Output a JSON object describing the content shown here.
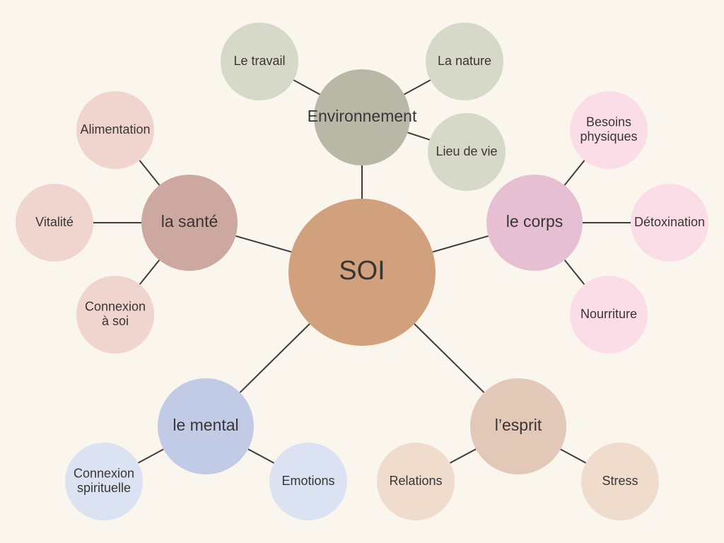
{
  "center": {
    "label": "SOI",
    "color": "#d1a07c"
  },
  "branches": [
    {
      "key": "environnement",
      "label": "Environnement",
      "color": "#b7b9a6",
      "child_color": "#d7d9c8",
      "children": [
        {
          "lines": [
            "Le travail"
          ]
        },
        {
          "lines": [
            "La nature"
          ]
        },
        {
          "lines": [
            "Lieu de vie"
          ]
        }
      ]
    },
    {
      "key": "sante",
      "label": "la santé",
      "color": "#cda8a0",
      "child_color": "#efd5cd",
      "children": [
        {
          "lines": [
            "Alimentation"
          ]
        },
        {
          "lines": [
            "Vitalité"
          ]
        },
        {
          "lines": [
            "Connexion",
            "à soi"
          ]
        }
      ]
    },
    {
      "key": "corps",
      "label": "le corps",
      "color": "#e6c0d2",
      "child_color": "#fbdde7",
      "children": [
        {
          "lines": [
            "Besoins",
            "physiques"
          ]
        },
        {
          "lines": [
            "Détoxination"
          ]
        },
        {
          "lines": [
            "Nourriture"
          ]
        }
      ]
    },
    {
      "key": "mental",
      "label": "le mental",
      "color": "#c2cbe5",
      "child_color": "#dbe3f3",
      "children": [
        {
          "lines": [
            "Connexion",
            "spirituelle"
          ]
        },
        {
          "lines": [
            "Emotions"
          ]
        }
      ]
    },
    {
      "key": "esprit",
      "label": "l’esprit",
      "color": "#e1c8b7",
      "child_color": "#efdccd",
      "children": [
        {
          "lines": [
            "Relations"
          ]
        },
        {
          "lines": [
            "Stress"
          ]
        }
      ]
    }
  ]
}
